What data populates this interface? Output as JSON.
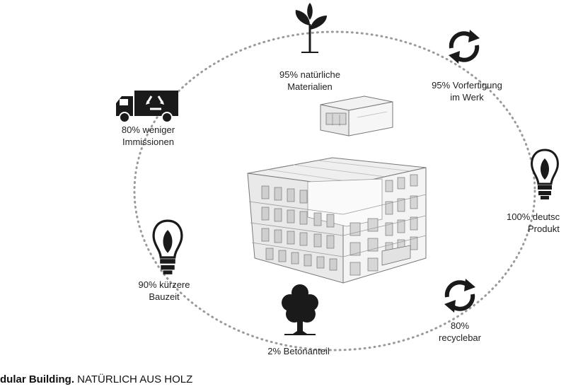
{
  "features": {
    "materials": {
      "line1": "95% natürliche",
      "line2": "Materialien",
      "icon": "plant-sprout-icon"
    },
    "prefab": {
      "line1": "95% Vorfertigung",
      "line2": "im Werk",
      "icon": "cycle-arrows-icon"
    },
    "german": {
      "line1": "100% deutsc",
      "line2": "Produkt",
      "icon": "lightbulb-icon"
    },
    "recycle": {
      "line1": "80%",
      "line2": "recyclebar",
      "icon": "cycle-arrows-icon"
    },
    "concrete": {
      "line1": "2% Betonanteil",
      "icon": "tree-icon"
    },
    "buildtime": {
      "line1": "90% kürzere",
      "line2": "Bauzeit",
      "icon": "lightbulb-icon"
    },
    "emissions": {
      "line1": "80% weniger",
      "line2": "Immissionen",
      "icon": "recycling-truck-icon"
    }
  },
  "footer": {
    "brand": "dular Building.",
    "tagline": " NATÜRLICH AUS HOLZ"
  },
  "colors": {
    "icon": "#1a1a1a",
    "ring": "#9a9a9a",
    "facade": "#e9e9e9",
    "window": "#cfcfcf"
  }
}
